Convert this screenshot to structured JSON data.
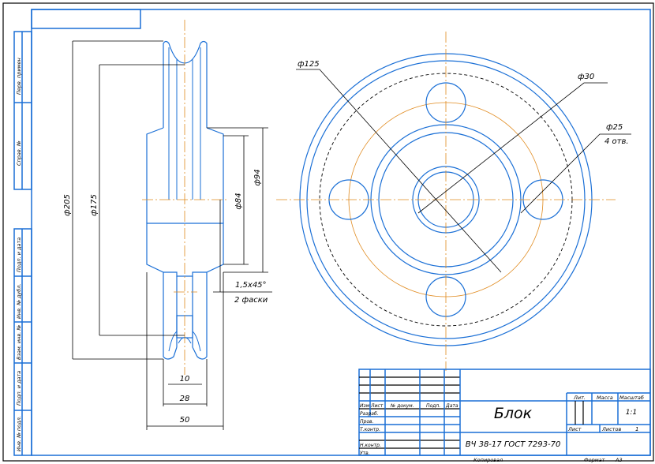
{
  "drawing": {
    "side_strip": [
      "Перв. примен",
      "Справ. №",
      "Подп. и дата",
      "Инв. № дубл.",
      "Взам. инв. №",
      "Подп. и дата",
      "Инв. № подл."
    ],
    "section_dims": {
      "d205": "ф205",
      "d175": "ф175",
      "d94": "ф94",
      "d84": "ф84",
      "w10": "10",
      "w28": "28",
      "w50": "50",
      "chamfer": "1,5х45°",
      "chamfer_note": "2 фаски"
    },
    "front_dims": {
      "d125": "ф125",
      "d30": "ф30",
      "d25": "ф25",
      "holes": "4 отв."
    }
  },
  "title_block": {
    "headers": [
      "Изм",
      "Лист",
      "№ докум.",
      "Подп.",
      "Дата"
    ],
    "roles": [
      "Разраб.",
      "Пров.",
      "Т.контр.",
      "",
      "Н.контр.",
      "Утв."
    ],
    "name": "Блок",
    "material": "ВЧ 38-17 ГОСТ 7293-70",
    "lit_label": "Лит.",
    "mass_label": "Масса",
    "scale_label": "Масштаб",
    "scale_value": "1:1",
    "sheet_label": "Лист",
    "sheets_label": "Листов",
    "sheets_value": "1",
    "copied": "Копировал",
    "format_label": "Формат",
    "format_value": "A3"
  }
}
